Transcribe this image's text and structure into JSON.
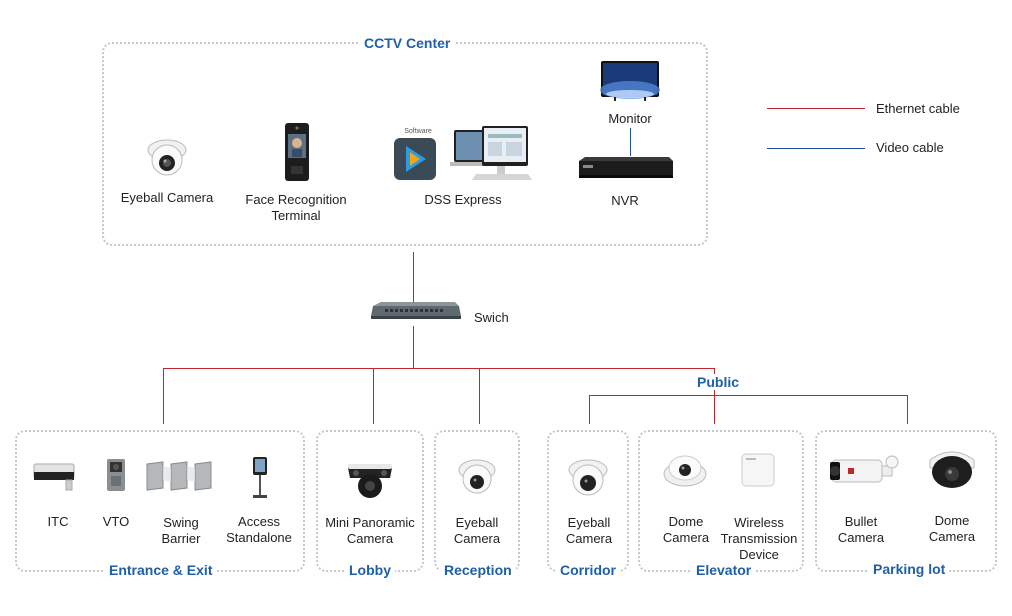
{
  "cctv_center": {
    "title": "CCTV Center",
    "eyeball_camera": "Eyeball Camera",
    "face_recognition": "Face Recognition\nTerminal",
    "dss_express": "DSS Express",
    "dss_software_tag": "Software",
    "monitor": "Monitor",
    "nvr": "NVR"
  },
  "legend": {
    "ethernet": "Ethernet cable",
    "video": "Video cable",
    "ethernet_color": "#c0262d",
    "video_color": "#1f4fa0"
  },
  "switch": {
    "label": "Swich"
  },
  "public": {
    "title": "Public"
  },
  "zones": {
    "entrance": {
      "title": "Entrance & Exit",
      "itc": "ITC",
      "vto": "VTO",
      "swing_barrier": "Swing\nBarrier",
      "access_standalone": "Access\nStandalone"
    },
    "lobby": {
      "title": "Lobby",
      "mini_panoramic": "Mini Panoramic\nCamera"
    },
    "reception": {
      "title": "Reception",
      "eyeball": "Eyeball\nCamera"
    },
    "corridor": {
      "title": "Corridor",
      "eyeball": "Eyeball\nCamera"
    },
    "elevator": {
      "title": "Elevator",
      "dome": "Dome\nCamera",
      "wireless": "Wireless\nTransmission\nDevice"
    },
    "parking": {
      "title": "Parking lot",
      "bullet": "Bullet\nCamera",
      "dome": "Dome\nCamera"
    }
  },
  "colors": {
    "title_blue": "#1f5fa8",
    "ethernet_red": "#c0262d"
  }
}
